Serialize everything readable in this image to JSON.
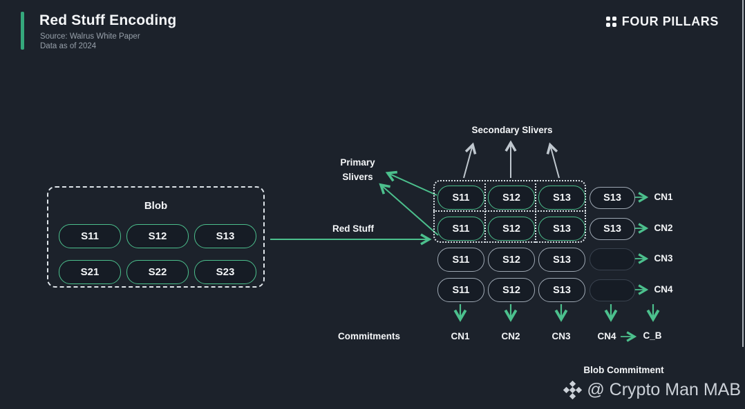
{
  "header": {
    "title": "Red Stuff Encoding",
    "source": "Source: Walrus White Paper",
    "date": "Data as of 2024",
    "brand": "FOUR PILLARS"
  },
  "blob": {
    "title": "Blob",
    "pills": [
      [
        "S11",
        "S12",
        "S13"
      ],
      [
        "S21",
        "S22",
        "S23"
      ]
    ]
  },
  "flow_labels": {
    "red_stuff": "Red Stuff",
    "primary_line1": "Primary",
    "primary_line2": "Slivers",
    "secondary": "Secondary Slivers"
  },
  "grid": {
    "rows": [
      {
        "pills": [
          "S11",
          "S12",
          "S13"
        ],
        "node": "S13",
        "cn": "CN1"
      },
      {
        "pills": [
          "S11",
          "S12",
          "S13"
        ],
        "node": "S13",
        "cn": "CN2"
      },
      {
        "pills": [
          "S11",
          "S12",
          "S13"
        ],
        "node": "",
        "cn": "CN3"
      },
      {
        "pills": [
          "S11",
          "S12",
          "S13"
        ],
        "node": "",
        "cn": "CN4"
      }
    ]
  },
  "bottom": {
    "commitments": "Commitments",
    "cn": [
      "CN1",
      "CN2",
      "CN3",
      "CN4"
    ],
    "cb": "C_B",
    "blob_commitment": "Blob Commitment"
  },
  "watermark": {
    "text": "@ Crypto Man MAB",
    "logo": "binance-diamond-icon"
  },
  "colors": {
    "background": "#1c222b",
    "accent_green": "#4cc08d",
    "dash_white": "#dfe5ea",
    "gray_border": "#9fa9b4",
    "faint_border": "#39424e",
    "text": "#f4f6f8",
    "muted": "#97a0aa",
    "watermark_gray": "#ccd1d8"
  }
}
